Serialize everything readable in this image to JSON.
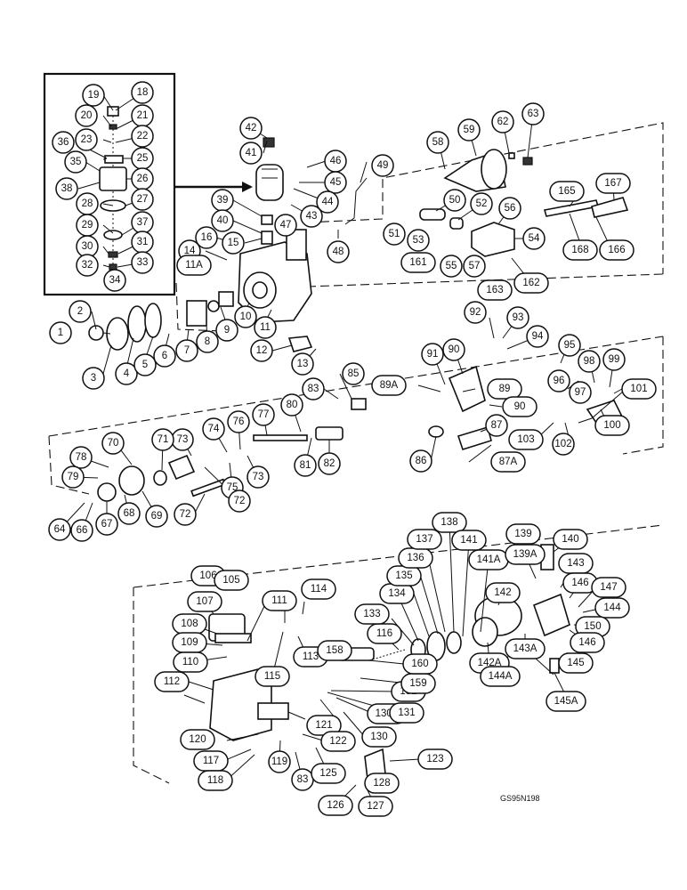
{
  "figure": {
    "drawing_code": "GS95N198"
  },
  "callouts": [
    {
      "id": "c1",
      "label": "1"
    },
    {
      "id": "c2",
      "label": "2"
    },
    {
      "id": "c3",
      "label": "3"
    },
    {
      "id": "c4",
      "label": "4"
    },
    {
      "id": "c5",
      "label": "5"
    },
    {
      "id": "c6",
      "label": "6"
    },
    {
      "id": "c7",
      "label": "7"
    },
    {
      "id": "c8",
      "label": "8"
    },
    {
      "id": "c9",
      "label": "9"
    },
    {
      "id": "c10",
      "label": "10"
    },
    {
      "id": "c11",
      "label": "11"
    },
    {
      "id": "c11A",
      "label": "11A"
    },
    {
      "id": "c12",
      "label": "12"
    },
    {
      "id": "c13",
      "label": "13"
    },
    {
      "id": "c14",
      "label": "14"
    },
    {
      "id": "c15",
      "label": "15"
    },
    {
      "id": "c16",
      "label": "16"
    },
    {
      "id": "c18",
      "label": "18"
    },
    {
      "id": "c19",
      "label": "19"
    },
    {
      "id": "c20",
      "label": "20"
    },
    {
      "id": "c21",
      "label": "21"
    },
    {
      "id": "c22",
      "label": "22"
    },
    {
      "id": "c23",
      "label": "23"
    },
    {
      "id": "c25",
      "label": "25"
    },
    {
      "id": "c26",
      "label": "26"
    },
    {
      "id": "c27",
      "label": "27"
    },
    {
      "id": "c28",
      "label": "28"
    },
    {
      "id": "c29",
      "label": "29"
    },
    {
      "id": "c30",
      "label": "30"
    },
    {
      "id": "c31",
      "label": "31"
    },
    {
      "id": "c32",
      "label": "32"
    },
    {
      "id": "c33",
      "label": "33"
    },
    {
      "id": "c34",
      "label": "34"
    },
    {
      "id": "c35",
      "label": "35"
    },
    {
      "id": "c36",
      "label": "36"
    },
    {
      "id": "c37",
      "label": "37"
    },
    {
      "id": "c38",
      "label": "38"
    },
    {
      "id": "c39",
      "label": "39"
    },
    {
      "id": "c40",
      "label": "40"
    },
    {
      "id": "c41",
      "label": "41"
    },
    {
      "id": "c42",
      "label": "42"
    },
    {
      "id": "c43",
      "label": "43"
    },
    {
      "id": "c44",
      "label": "44"
    },
    {
      "id": "c45",
      "label": "45"
    },
    {
      "id": "c46",
      "label": "46"
    },
    {
      "id": "c47",
      "label": "47"
    },
    {
      "id": "c48",
      "label": "48"
    },
    {
      "id": "c49",
      "label": "49"
    },
    {
      "id": "c50",
      "label": "50"
    },
    {
      "id": "c51",
      "label": "51"
    },
    {
      "id": "c52",
      "label": "52"
    },
    {
      "id": "c53",
      "label": "53"
    },
    {
      "id": "c54",
      "label": "54"
    },
    {
      "id": "c55",
      "label": "55"
    },
    {
      "id": "c56",
      "label": "56"
    },
    {
      "id": "c57",
      "label": "57"
    },
    {
      "id": "c58",
      "label": "58"
    },
    {
      "id": "c59",
      "label": "59"
    },
    {
      "id": "c62",
      "label": "62"
    },
    {
      "id": "c63",
      "label": "63"
    },
    {
      "id": "c64",
      "label": "64"
    },
    {
      "id": "c66",
      "label": "66"
    },
    {
      "id": "c67",
      "label": "67"
    },
    {
      "id": "c68",
      "label": "68"
    },
    {
      "id": "c69",
      "label": "69"
    },
    {
      "id": "c70",
      "label": "70"
    },
    {
      "id": "c71",
      "label": "71"
    },
    {
      "id": "c72a",
      "label": "72"
    },
    {
      "id": "c72b",
      "label": "72"
    },
    {
      "id": "c73a",
      "label": "73"
    },
    {
      "id": "c73b",
      "label": "73"
    },
    {
      "id": "c74",
      "label": "74"
    },
    {
      "id": "c75",
      "label": "75"
    },
    {
      "id": "c76",
      "label": "76"
    },
    {
      "id": "c77",
      "label": "77"
    },
    {
      "id": "c78",
      "label": "78"
    },
    {
      "id": "c79",
      "label": "79"
    },
    {
      "id": "c80",
      "label": "80"
    },
    {
      "id": "c81",
      "label": "81"
    },
    {
      "id": "c82",
      "label": "82"
    },
    {
      "id": "c83a",
      "label": "83"
    },
    {
      "id": "c85",
      "label": "85"
    },
    {
      "id": "c86",
      "label": "86"
    },
    {
      "id": "c87",
      "label": "87"
    },
    {
      "id": "c87A",
      "label": "87A"
    },
    {
      "id": "c89",
      "label": "89"
    },
    {
      "id": "c89A",
      "label": "89A"
    },
    {
      "id": "c90a",
      "label": "90"
    },
    {
      "id": "c90b",
      "label": "90"
    },
    {
      "id": "c91",
      "label": "91"
    },
    {
      "id": "c92",
      "label": "92"
    },
    {
      "id": "c93",
      "label": "93"
    },
    {
      "id": "c94",
      "label": "94"
    },
    {
      "id": "c95",
      "label": "95"
    },
    {
      "id": "c96",
      "label": "96"
    },
    {
      "id": "c97",
      "label": "97"
    },
    {
      "id": "c98",
      "label": "98"
    },
    {
      "id": "c99",
      "label": "99"
    },
    {
      "id": "c100",
      "label": "100"
    },
    {
      "id": "c101",
      "label": "101"
    },
    {
      "id": "c102",
      "label": "102"
    },
    {
      "id": "c103",
      "label": "103"
    },
    {
      "id": "c105",
      "label": "105"
    },
    {
      "id": "c106",
      "label": "106"
    },
    {
      "id": "c107",
      "label": "107"
    },
    {
      "id": "c108",
      "label": "108"
    },
    {
      "id": "c109",
      "label": "109"
    },
    {
      "id": "c110",
      "label": "110"
    },
    {
      "id": "c111",
      "label": "111"
    },
    {
      "id": "c112",
      "label": "112"
    },
    {
      "id": "c113",
      "label": "113"
    },
    {
      "id": "c114",
      "label": "114"
    },
    {
      "id": "c115",
      "label": "115"
    },
    {
      "id": "c116",
      "label": "116"
    },
    {
      "id": "c117",
      "label": "117"
    },
    {
      "id": "c118",
      "label": "118"
    },
    {
      "id": "c119",
      "label": "119"
    },
    {
      "id": "c120",
      "label": "120"
    },
    {
      "id": "c121",
      "label": "121"
    },
    {
      "id": "c122",
      "label": "122"
    },
    {
      "id": "c123",
      "label": "123"
    },
    {
      "id": "c125",
      "label": "125"
    },
    {
      "id": "c126",
      "label": "126"
    },
    {
      "id": "c127",
      "label": "127"
    },
    {
      "id": "c128",
      "label": "128"
    },
    {
      "id": "c130",
      "label": "130"
    },
    {
      "id": "c130A",
      "label": "130A"
    },
    {
      "id": "c131",
      "label": "131"
    },
    {
      "id": "c132",
      "label": "132"
    },
    {
      "id": "c133",
      "label": "133"
    },
    {
      "id": "c134",
      "label": "134"
    },
    {
      "id": "c135",
      "label": "135"
    },
    {
      "id": "c136",
      "label": "136"
    },
    {
      "id": "c137",
      "label": "137"
    },
    {
      "id": "c138",
      "label": "138"
    },
    {
      "id": "c139",
      "label": "139"
    },
    {
      "id": "c139A",
      "label": "139A"
    },
    {
      "id": "c140",
      "label": "140"
    },
    {
      "id": "c141",
      "label": "141"
    },
    {
      "id": "c141A",
      "label": "141A"
    },
    {
      "id": "c142",
      "label": "142"
    },
    {
      "id": "c142A",
      "label": "142A"
    },
    {
      "id": "c143",
      "label": "143"
    },
    {
      "id": "c143A",
      "label": "143A"
    },
    {
      "id": "c144",
      "label": "144"
    },
    {
      "id": "c144A",
      "label": "144A"
    },
    {
      "id": "c145",
      "label": "145"
    },
    {
      "id": "c145A",
      "label": "145A"
    },
    {
      "id": "c146a",
      "label": "146"
    },
    {
      "id": "c146b",
      "label": "146"
    },
    {
      "id": "c147",
      "label": "147"
    },
    {
      "id": "c150",
      "label": "150"
    },
    {
      "id": "c158",
      "label": "158"
    },
    {
      "id": "c159",
      "label": "159"
    },
    {
      "id": "c160",
      "label": "160"
    },
    {
      "id": "c161",
      "label": "161"
    },
    {
      "id": "c162",
      "label": "162"
    },
    {
      "id": "c163",
      "label": "163"
    },
    {
      "id": "c165",
      "label": "165"
    },
    {
      "id": "c166",
      "label": "166"
    },
    {
      "id": "c167",
      "label": "167"
    },
    {
      "id": "c168",
      "label": "168"
    },
    {
      "id": "c83b",
      "label": "83"
    }
  ]
}
